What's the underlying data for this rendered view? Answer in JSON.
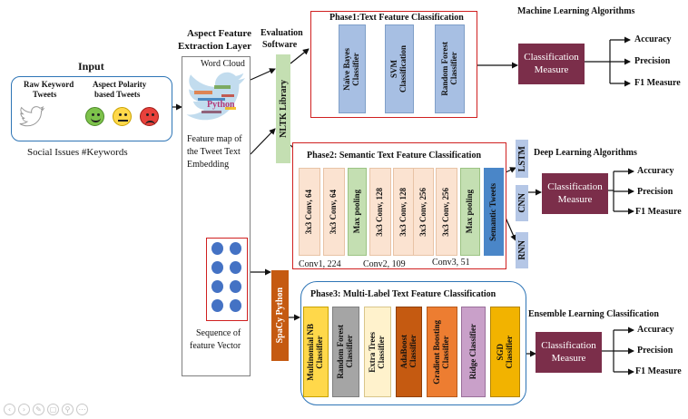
{
  "labels": {
    "input": "Input",
    "raw_keyword": "Raw Keyword",
    "tweets": "Tweets",
    "aspect_polarity": "Aspect Polarity",
    "based_tweets": "based Tweets",
    "social_issues": "Social Issues #Keywords",
    "aspect_feature_1": "Aspect Feature",
    "aspect_feature_2": "Extraction  Layer",
    "word_cloud": "Word Cloud",
    "python_word": "Python",
    "feature_map_1": "Feature map of",
    "feature_map_2": "the Tweet  Text",
    "feature_map_3": "Embedding",
    "sequence_1": "Sequence of",
    "sequence_2": "feature Vector",
    "evaluation_1": "Evaluation",
    "evaluation_2": "Software",
    "nltk": "NLTK Library",
    "spacy": "SpaCy Python"
  },
  "phase1": {
    "title": "Phase1:Text Feature Classification",
    "header": "Machine Learning Algorithms",
    "classifiers": [
      {
        "line1": "Naïve Bayes",
        "line2": "Classifier"
      },
      {
        "line1": "SVM",
        "line2": "Classification"
      },
      {
        "line1": "Random Forest",
        "line2": "Classifier"
      }
    ],
    "measure_1": "Classification",
    "measure_2": "Measure",
    "outputs": [
      "Accuracy",
      "Precision",
      "F1 Measure"
    ]
  },
  "phase2": {
    "title": "Phase2: Semantic Text Feature Classification",
    "header": "Deep Learning Algorithms",
    "layers": [
      "3x3  Conv, 64",
      "3x3  Conv, 64",
      "Max pooling",
      "3x3  Conv, 128",
      "3x3  Conv, 128",
      "3x3  Conv, 256",
      "3x3  Conv, 256",
      "Max pooling"
    ],
    "semantic": "Semantic Tweets",
    "groups": [
      "Conv1, 224",
      "Conv2, 109",
      "Conv3, 51"
    ],
    "models": [
      "LSTM",
      "CNN",
      "RNN"
    ],
    "measure_1": "Classification",
    "measure_2": "Measure",
    "outputs": [
      "Accuracy",
      "Precision",
      "F1 Measure"
    ]
  },
  "phase3": {
    "title": "Phase3: Multi-Label Text Feature  Classification",
    "header": "Ensemble Learning Classification",
    "classifiers": [
      {
        "line1": "Multinomial NB",
        "line2": "Classifier"
      },
      {
        "line1": "Random Forest",
        "line2": "Classifier"
      },
      {
        "line1": "Extra Trees",
        "line2": "Classifier"
      },
      {
        "line1": "AdaBoost",
        "line2": "Classifier"
      },
      {
        "line1": "Gradient Boosting",
        "line2": "Classifier"
      },
      {
        "line1": "Ridge Classifier",
        "line2": ""
      },
      {
        "line1": "SGD",
        "line2": "Classifier"
      }
    ],
    "measure_1": "Classification",
    "measure_2": "Measure",
    "outputs": [
      "Accuracy",
      "Precision",
      "F1 Measure"
    ]
  },
  "colors": {
    "phase_border_red": "#d02020",
    "phase3_border": "#2e75b6",
    "ml_blue": "#a7bfe3",
    "conv_peach": "#fbe3d1",
    "pool_green": "#c4dfb2",
    "semantic_blue": "#4a86c8",
    "dl_model": "#b5c7e6",
    "measure": "#7b2e4a",
    "spacy": "#c55a11",
    "nltk": "#c4dfb2",
    "yellow": "#ffd84a",
    "gray": "#a5a5a5",
    "cream": "#fff2cc",
    "orange": "#c55a11",
    "orange2": "#ed7d31",
    "ridge": "#c9a0c9",
    "gold": "#f2b300",
    "vector_dots": "#4472c4"
  },
  "icons": [
    "bird-icon",
    "happy-face-icon",
    "neutral-face-icon",
    "sad-face-icon",
    "word-cloud-bird-icon",
    "arrow-icon"
  ]
}
